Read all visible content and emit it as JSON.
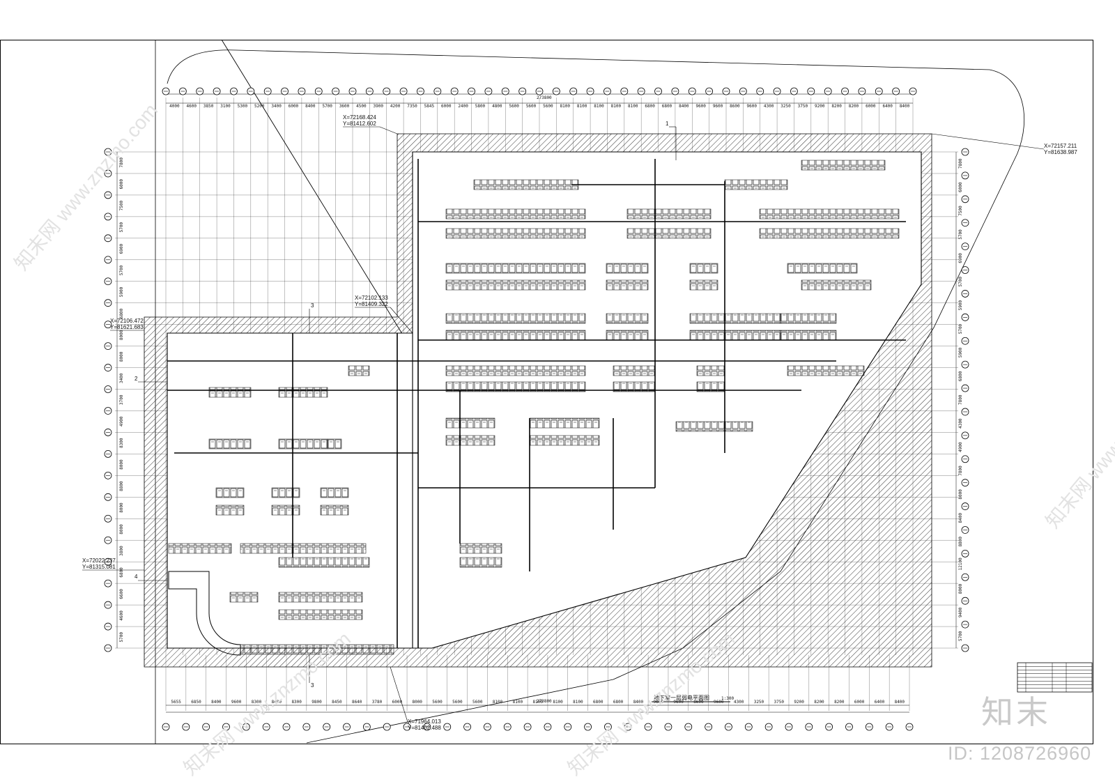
{
  "drawing": {
    "title": "地下室一层弱电平面图",
    "scale": "1:300",
    "overall_dimension_top": "273800",
    "overall_dimension_bottom": "273800"
  },
  "coordinates": [
    {
      "x": "X=72168.424",
      "y": "Y=81412.602"
    },
    {
      "x": "X=72157.211",
      "y": "Y=81638.987"
    },
    {
      "x": "X=72102.133",
      "y": "Y=81409.322"
    },
    {
      "x": "X=72106.472",
      "y": "Y=81621.683"
    },
    {
      "x": "X=72022.237",
      "y": "Y=81315.081"
    },
    {
      "x": "X=71964.013",
      "y": "Y=81402.488"
    }
  ],
  "section_markers": [
    "1",
    "2",
    "3",
    "3",
    "4"
  ],
  "dims_top": [
    "4000",
    "4600",
    "3850",
    "3100",
    "5300",
    "5200",
    "3400",
    "6000",
    "8400",
    "5700",
    "3600",
    "4500",
    "3900",
    "4200",
    "7350",
    "5845",
    "6000",
    "2400",
    "5800",
    "4800",
    "5600",
    "5600",
    "5600",
    "8100",
    "8100",
    "8100",
    "8100",
    "8100",
    "6800",
    "6800",
    "8400",
    "9600",
    "9600",
    "8600",
    "9600",
    "4300",
    "3250",
    "3750",
    "9200",
    "8200",
    "8200",
    "6000",
    "6400",
    "8400"
  ],
  "dims_bottom": [
    "5655",
    "6850",
    "8400",
    "9600",
    "8300",
    "8400",
    "8300",
    "9800",
    "8450",
    "8640",
    "3780",
    "6000",
    "8000",
    "5600",
    "5600",
    "5600",
    "8100",
    "8100",
    "8100",
    "8100",
    "8100",
    "6800",
    "6800",
    "8400",
    "9600",
    "9600",
    "8600",
    "9600",
    "4300",
    "3250",
    "3750",
    "9200",
    "8200",
    "8200",
    "6000",
    "6400",
    "8400"
  ],
  "dims_left": [
    "7800",
    "6000",
    "7500",
    "5700",
    "6900",
    "5700",
    "5900",
    "6800",
    "8000",
    "8000",
    "3400",
    "3700",
    "4900",
    "8300",
    "8000",
    "8800",
    "8000",
    "8000",
    "3800",
    "6800",
    "6600",
    "4600",
    "5700"
  ],
  "dims_right": [
    "7800",
    "6000",
    "7500",
    "5700",
    "6900",
    "5700",
    "5900",
    "5700",
    "5900",
    "6800",
    "7800",
    "4300",
    "4900",
    "7800",
    "8000",
    "8400",
    "8800",
    "12100",
    "8000",
    "9400",
    "5700"
  ],
  "watermark": {
    "brand": "知末",
    "id": "ID: 1208726960",
    "site": "知末网 www.znzmo.com"
  }
}
